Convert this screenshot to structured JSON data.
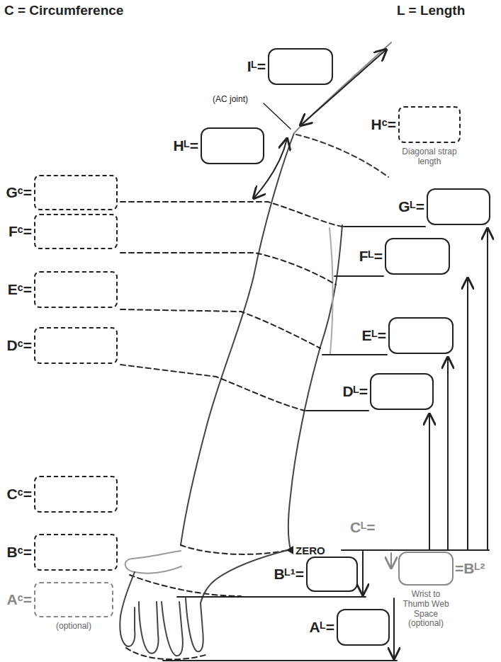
{
  "diagram": {
    "nodes": [
      {
        "text": [
          "Iᴸ="
        ]
      },
      {
        "text": [
          "Hᶜ=",
          "Diagonal strap length"
        ]
      },
      {
        "text": [
          "Hᴸ="
        ]
      },
      {
        "text": [
          "Gᶜ="
        ]
      },
      {
        "text": [
          "Gᴸ="
        ]
      },
      {
        "text": [
          "Fᶜ="
        ]
      },
      {
        "text": [
          "Fᴸ="
        ]
      },
      {
        "text": [
          "Eᶜ="
        ]
      },
      {
        "text": [
          "Eᴸ="
        ]
      },
      {
        "text": [
          "Dᶜ="
        ]
      },
      {
        "text": [
          "Dᴸ="
        ]
      },
      {
        "text": [
          "Cᶜ="
        ]
      },
      {
        "text": [
          "Bᶜ="
        ]
      },
      {
        "text": [
          "=Bᴸ²",
          "Wrist to Thumb Web Space (optional)"
        ]
      },
      {
        "text": [
          "Bᴸ¹="
        ]
      },
      {
        "text": [
          "Aᶜ=",
          "(optional)"
        ]
      },
      {
        "text": [
          "Aᴸ="
        ]
      }
    ],
    "labels": [
      "C = Circumference",
      "L = Length",
      "(AC joint)",
      "ZERO",
      "Cᴸ="
    ]
  }
}
